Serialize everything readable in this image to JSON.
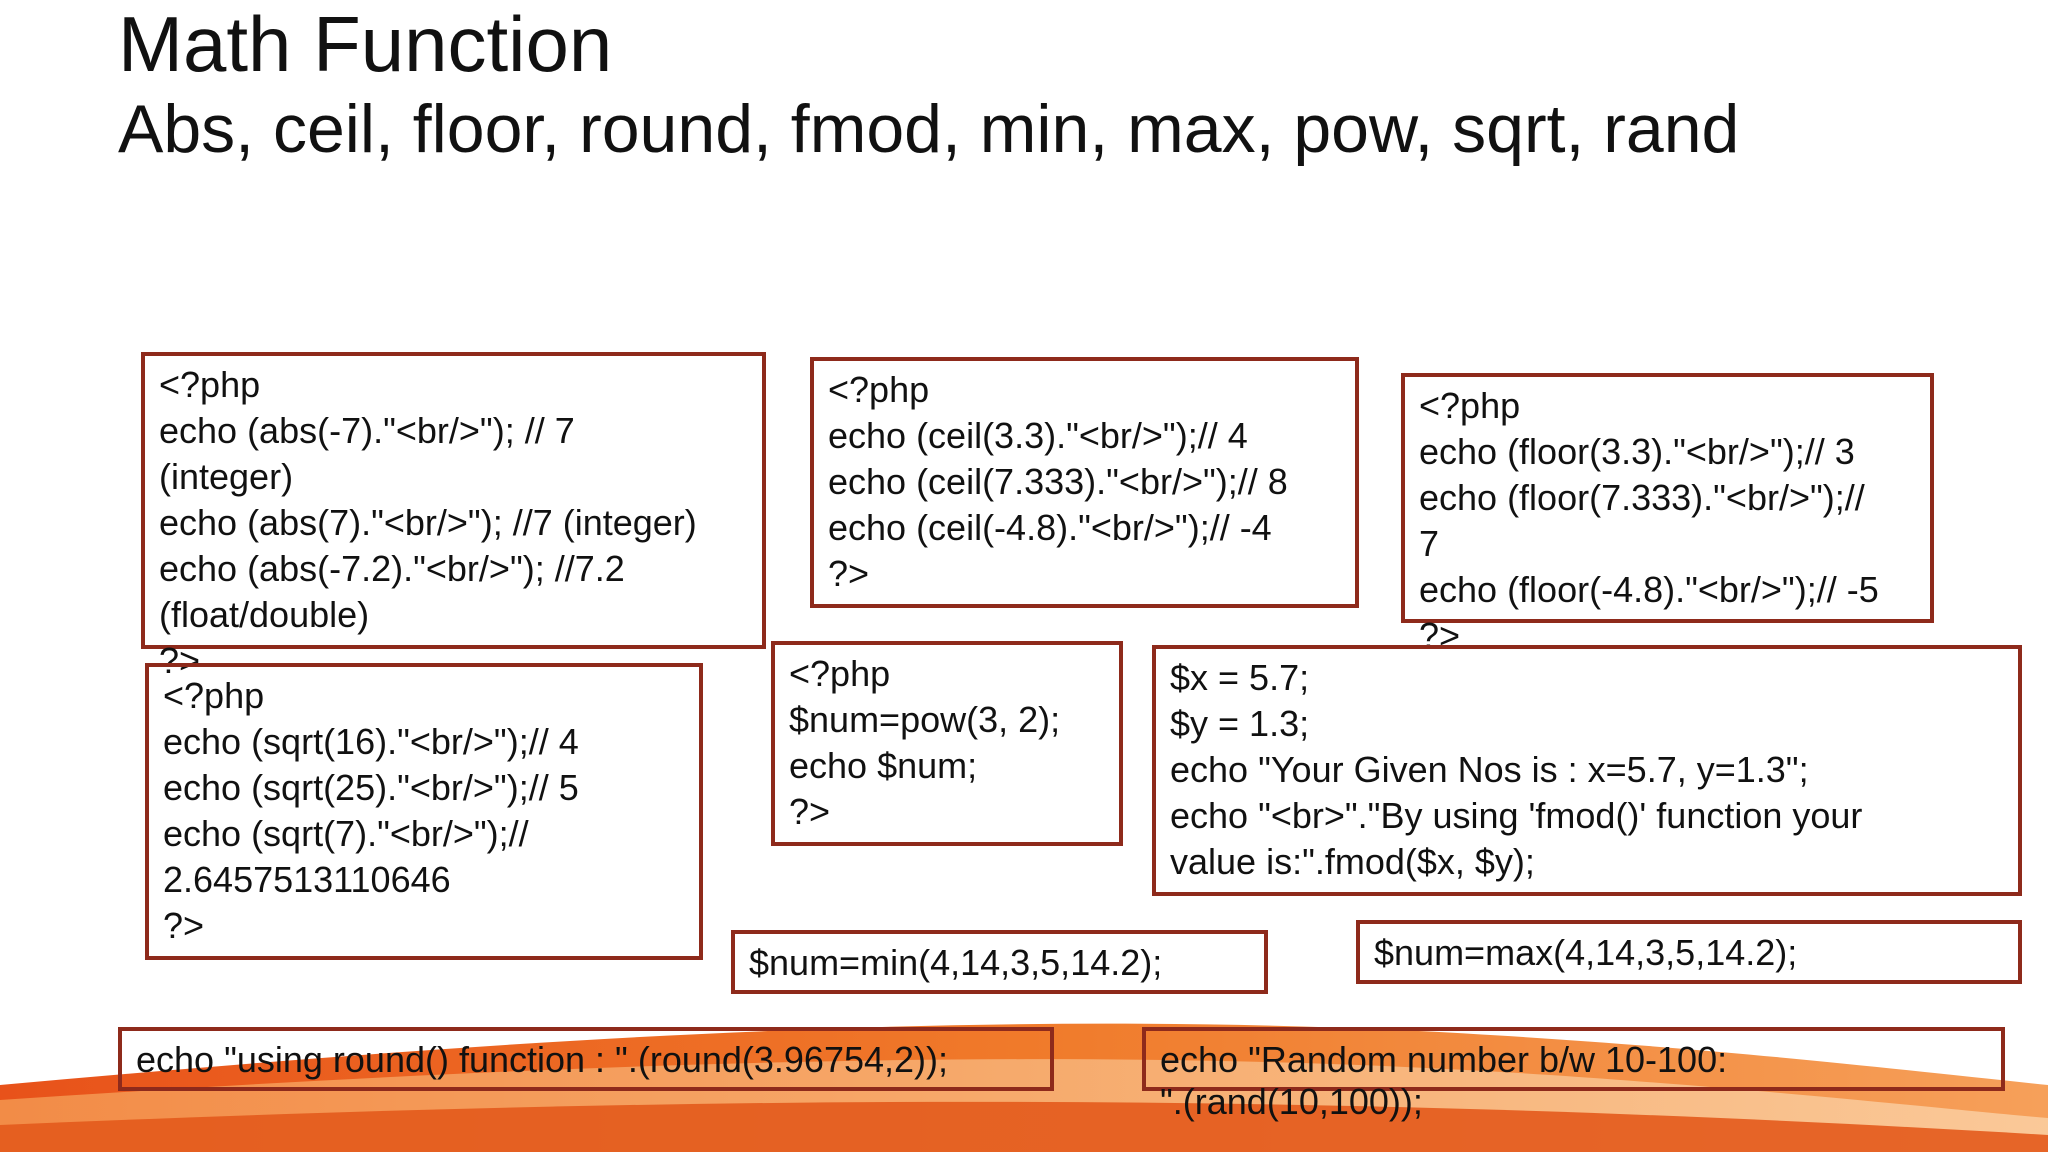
{
  "slide": {
    "title": "Math Function",
    "subtitle": "Abs, ceil, floor, round, fmod, min, max, pow, sqrt, rand",
    "colors": {
      "box_border": "#8e2a1b",
      "swoosh_dark": "#e8521a",
      "swoosh_light": "#f6a05a"
    }
  },
  "boxes": {
    "abs": [
      "<?php",
      "echo (abs(-7).\"<br/>\"); // 7",
      "(integer)",
      "echo (abs(7).\"<br/>\"); //7 (integer)",
      "echo (abs(-7.2).\"<br/>\"); //7.2",
      "(float/double)",
      "?>"
    ],
    "ceil": [
      "<?php",
      "echo (ceil(3.3).\"<br/>\");// 4",
      "echo (ceil(7.333).\"<br/>\");// 8",
      "echo (ceil(-4.8).\"<br/>\");// -4",
      "?>"
    ],
    "floor": [
      "<?php",
      "echo (floor(3.3).\"<br/>\");// 3",
      "echo (floor(7.333).\"<br/>\");//",
      "7",
      "echo (floor(-4.8).\"<br/>\");// -5",
      "?>"
    ],
    "sqrt": [
      "<?php",
      "echo (sqrt(16).\"<br/>\");// 4",
      "echo (sqrt(25).\"<br/>\");// 5",
      "echo (sqrt(7).\"<br/>\");//",
      "2.6457513110646",
      "?>"
    ],
    "pow": [
      "<?php",
      "$num=pow(3, 2);",
      "echo $num;",
      "?>"
    ],
    "fmod": [
      "$x = 5.7;",
      "$y = 1.3;",
      "echo \"Your Given Nos is : x=5.7, y=1.3\";",
      "echo \"<br>\".\"By using 'fmod()' function your",
      "value is:\".fmod($x, $y);"
    ],
    "min": [
      "$num=min(4,14,3,5,14.2);"
    ],
    "max": [
      "$num=max(4,14,3,5,14.2);"
    ],
    "round": [
      "echo \"using round() function : \".(round(3.96754,2));"
    ],
    "rand": [
      "echo \"Random number b/w 10-100:",
      "\".(rand(10,100));"
    ]
  }
}
